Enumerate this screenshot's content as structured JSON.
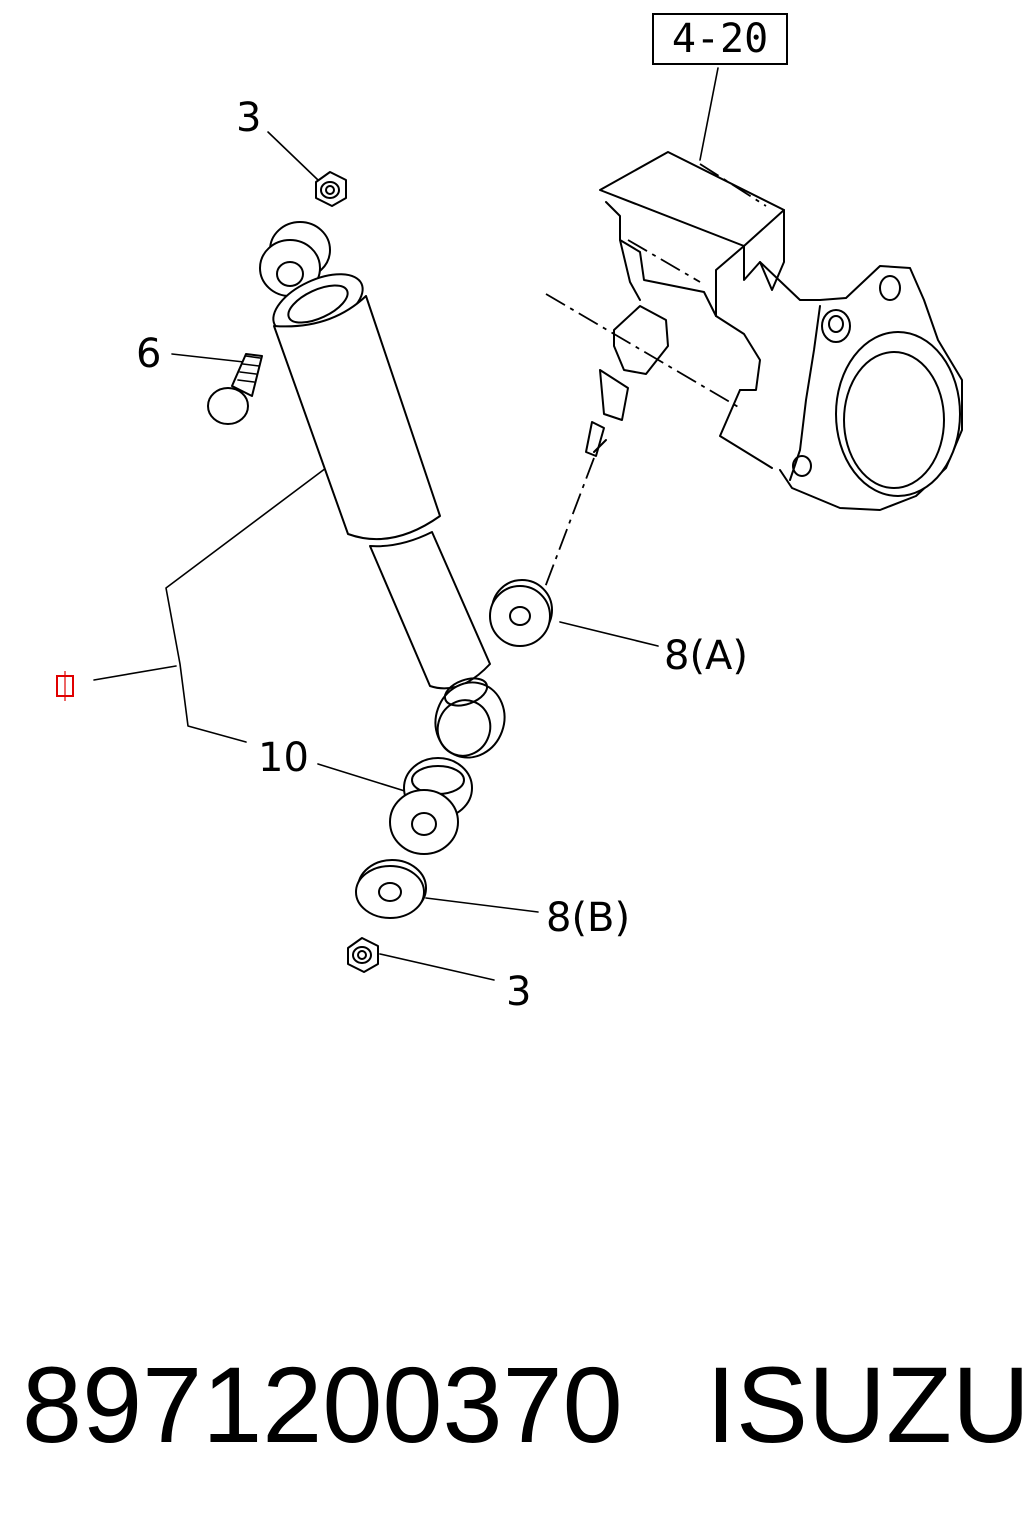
{
  "diagram": {
    "reference_box": "4-20",
    "callouts": {
      "nut_top": "3",
      "bolt": "6",
      "washer_a": "8(A)",
      "bushing": "10",
      "washer_b": "8(B)",
      "nut_bottom": "3"
    },
    "marker_color": "#e00000"
  },
  "footer": {
    "part_number": "8971200370",
    "brand": "ISUZU"
  }
}
